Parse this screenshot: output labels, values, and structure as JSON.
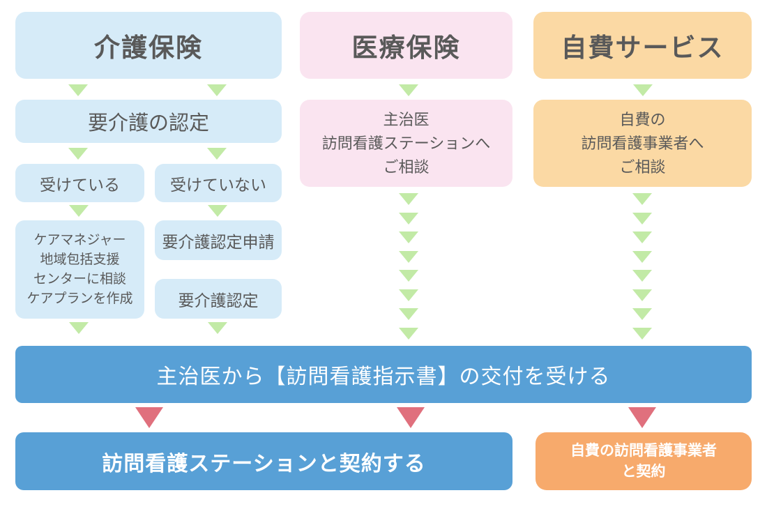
{
  "diagram": {
    "columns": {
      "kaigo": {
        "header": "介護保険",
        "nintei_box": "要介護の認定",
        "uketeiru_box": "受けている",
        "uketeinai_box": "受けていない",
        "caremanager_lines": [
          "ケアマネジャー",
          "地域包括支援",
          "センターに相談",
          "ケアプランを作成"
        ],
        "shinsei_box": "要介護認定申請",
        "nintei_kettei_box": "要介護認定"
      },
      "iryo": {
        "header": "医療保険",
        "consult_lines": [
          "主治医",
          "訪問看護ステーションへ",
          "ご相談"
        ]
      },
      "jihi": {
        "header": "自費サービス",
        "consult_lines": [
          "自費の",
          "訪問看護事業者へ",
          "ご相談"
        ]
      }
    },
    "band_text": "主治医から【訪問看護指示書】の交付を受ける",
    "bottom": {
      "station_box": "訪問看護ステーションと契約する",
      "jihi_contract_lines": [
        "自費の訪問看護事業者",
        "と契約"
      ]
    },
    "colors": {
      "light_blue": "#d6ebf8",
      "pink": "#fae4f0",
      "pale_orange": "#fbd9a4",
      "accent_blue": "#58a0d6",
      "accent_orange": "#f7aa6c",
      "arrow_green": "#c2eaa6",
      "arrow_red": "#e0707d",
      "text_gray": "#595959",
      "text_white": "#ffffff"
    }
  }
}
